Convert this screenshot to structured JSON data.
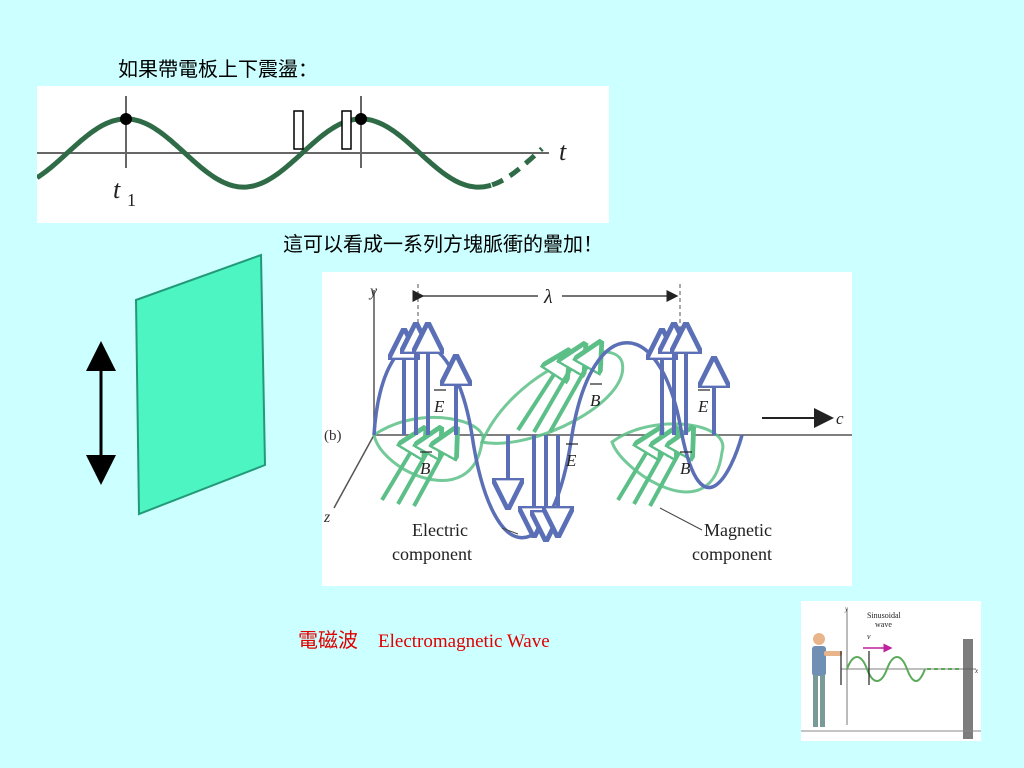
{
  "heading_top": "如果帶電板上下震盪：",
  "heading_middle": "這可以看成一系列方塊脈衝的疊加！",
  "caption_zh": "電磁波",
  "caption_en": "Electromagnetic Wave",
  "colors": {
    "background": "#ccffff",
    "wave_green": "#2e6b46",
    "electric_blue": "#5a6fb5",
    "magnetic_green": "#5cbf87",
    "plate_fill": "#4cf5c2",
    "caption_red": "#e00000"
  },
  "oscillation_plot": {
    "time_axis_label": "t",
    "marker_label_t": "t",
    "marker_label_sub": "1"
  },
  "em_wave_figure": {
    "y_axis_label": "y",
    "z_axis_label": "z",
    "panel_label": "(b)",
    "wavelength_label": "λ",
    "propagation_label": "c",
    "e_vector_label": "E",
    "b_vector_label": "B",
    "electric_label_line1": "Electric",
    "electric_label_line2": "component",
    "magnetic_label_line1": "Magnetic",
    "magnetic_label_line2": "component"
  },
  "sinusoidal_inset": {
    "title_line1": "Sinusoidal",
    "title_line2": "wave",
    "velocity_label": "v",
    "y_label": "y",
    "x_label": "x"
  }
}
